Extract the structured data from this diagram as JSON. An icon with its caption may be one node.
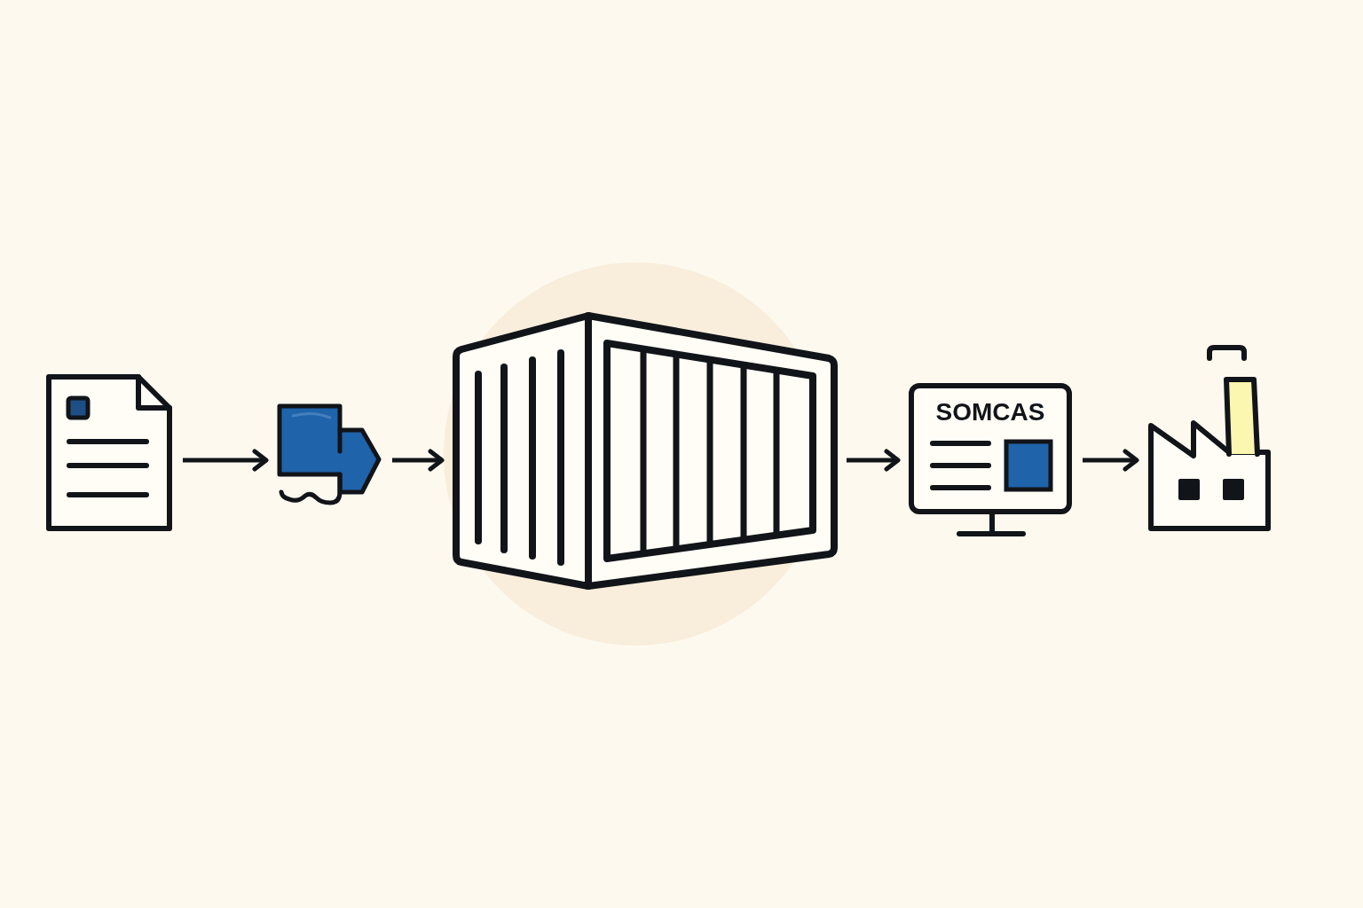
{
  "diagram": {
    "nodes": [
      {
        "text": [],
        "shape": "picture"
      },
      {
        "text": [],
        "shape": "picture"
      },
      {
        "text": [],
        "shape": "picture"
      },
      {
        "text": [
          "SOMCAS"
        ]
      },
      {
        "text": [],
        "shape": "picture"
      }
    ],
    "edges": [
      {
        "from": 0,
        "to": 1,
        "arrow": "to"
      },
      {
        "from": 1,
        "to": 2,
        "arrow": "to"
      },
      {
        "from": 2,
        "to": 3,
        "arrow": "to"
      },
      {
        "from": 3,
        "to": 4,
        "arrow": "to"
      }
    ]
  }
}
